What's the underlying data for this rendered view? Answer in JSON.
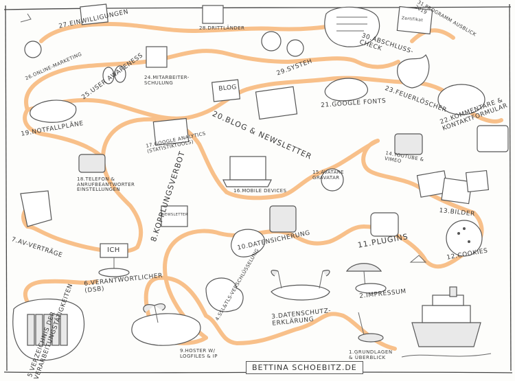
{
  "colors": {
    "path": "#f8c08a",
    "ink": "#3a3a3a",
    "paper": "#fdfdfb"
  },
  "footer": "BETTINA SCHOEBITZ.DE",
  "stations": {
    "s1": "1.GRUNDLAGEN & ÜBERBLICK",
    "s2": "2.IMPRESSUM",
    "s3": "3.DATENSCHUTZ-ERKLÄRUNG",
    "s4": "4.SSL&TLS-VERSCHLÜSSELUNG",
    "s5": "5.VERZEICHNIS DER VERARBEITUNGSTÄTIGKEITEN",
    "s6": "6.VERANTWORTLICHER (DSB)",
    "s7": "7.AV-VERTRÄGE",
    "s8": "8.KOPPLUNGSVERBOT",
    "s9": "9.HOSTER W/ LOGFILES & IP",
    "s10": "10.DATENSICHERUNG",
    "s11": "11.PLUGINS",
    "s12": "12.COOKIES",
    "s13": "13.BILDER",
    "s14": "14.YOUTUBE & VIMEO",
    "s15": "15.AVATARE GRAVATAR",
    "s16": "16.MOBILE DEVICES",
    "s17": "17.GOOGLE ANALYTICS (STATISTIKTOOLS)",
    "s18": "18.TELEFON & ANRUFBEANTWORTER EINSTELLUNGEN",
    "s19": "19.NOTFALLPLÄNE",
    "s20": "20.BLOG & NEWSLETTER",
    "s21": "21.GOOGLE FONTS",
    "s22": "22.KOMMENTARE & KONTAKTFORMULAR",
    "s23": "23.FEUERLÖSCHER",
    "s24": "24.MITARBEITER-SCHULUNG",
    "s25": "25.USER AWARENESS",
    "s26": "26.ONLINE-MARKETING",
    "s27": "27.EINWILLIGUNGEN",
    "s28": "28.DRITTLÄNDER",
    "s29": "29.SYSTEH",
    "s30": "30.ABSCHLUSS-CHECK",
    "s31": "31.PROGRAMM AUSBLICK 2019"
  },
  "doodle_text": {
    "blog_sign": "BLOG",
    "ich_sign": "ICH",
    "newsletter_sign": "NEWSLETTER",
    "zertifikat": "Zertifikat"
  }
}
